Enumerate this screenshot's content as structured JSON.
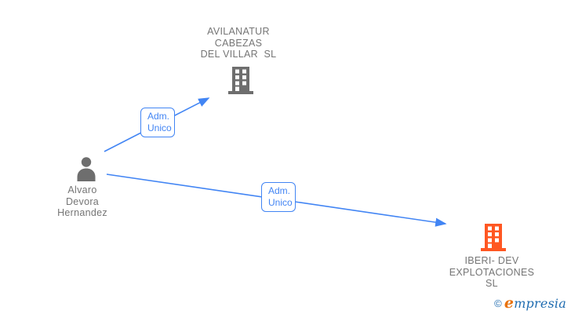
{
  "colors": {
    "bg_color": "#ffffff",
    "edge_blue": "#4285f4",
    "icon_gray": "#6e6e6e",
    "label_gray": "#757575",
    "company_orange": "#ff5722",
    "brand_blue": "#1f6cb0",
    "brand_orange": "#e8720c"
  },
  "person": {
    "name": "Alvaro\nDevora\nHernandez",
    "icon": "person-icon"
  },
  "companies": [
    {
      "name": "AVILANATUR\nCABEZAS\nDEL VILLAR  SL",
      "icon": "building-icon",
      "icon_color": "#6e6e6e"
    },
    {
      "name": "IBERI- DEV\nEXPLOTACIONES\nSL",
      "icon": "building-icon",
      "icon_color": "#ff5722"
    }
  ],
  "edges": [
    {
      "label": "Adm.\nUnico",
      "from": "Alvaro Devora Hernandez",
      "to": "AVILANATUR CABEZAS DEL VILLAR SL"
    },
    {
      "label": "Adm.\nUnico",
      "from": "Alvaro Devora Hernandez",
      "to": "IBERI- DEV EXPLOTACIONES SL"
    }
  ],
  "footer": {
    "copyright_symbol": "©",
    "brand_first_letter": "e",
    "brand_rest": "mpresia"
  }
}
